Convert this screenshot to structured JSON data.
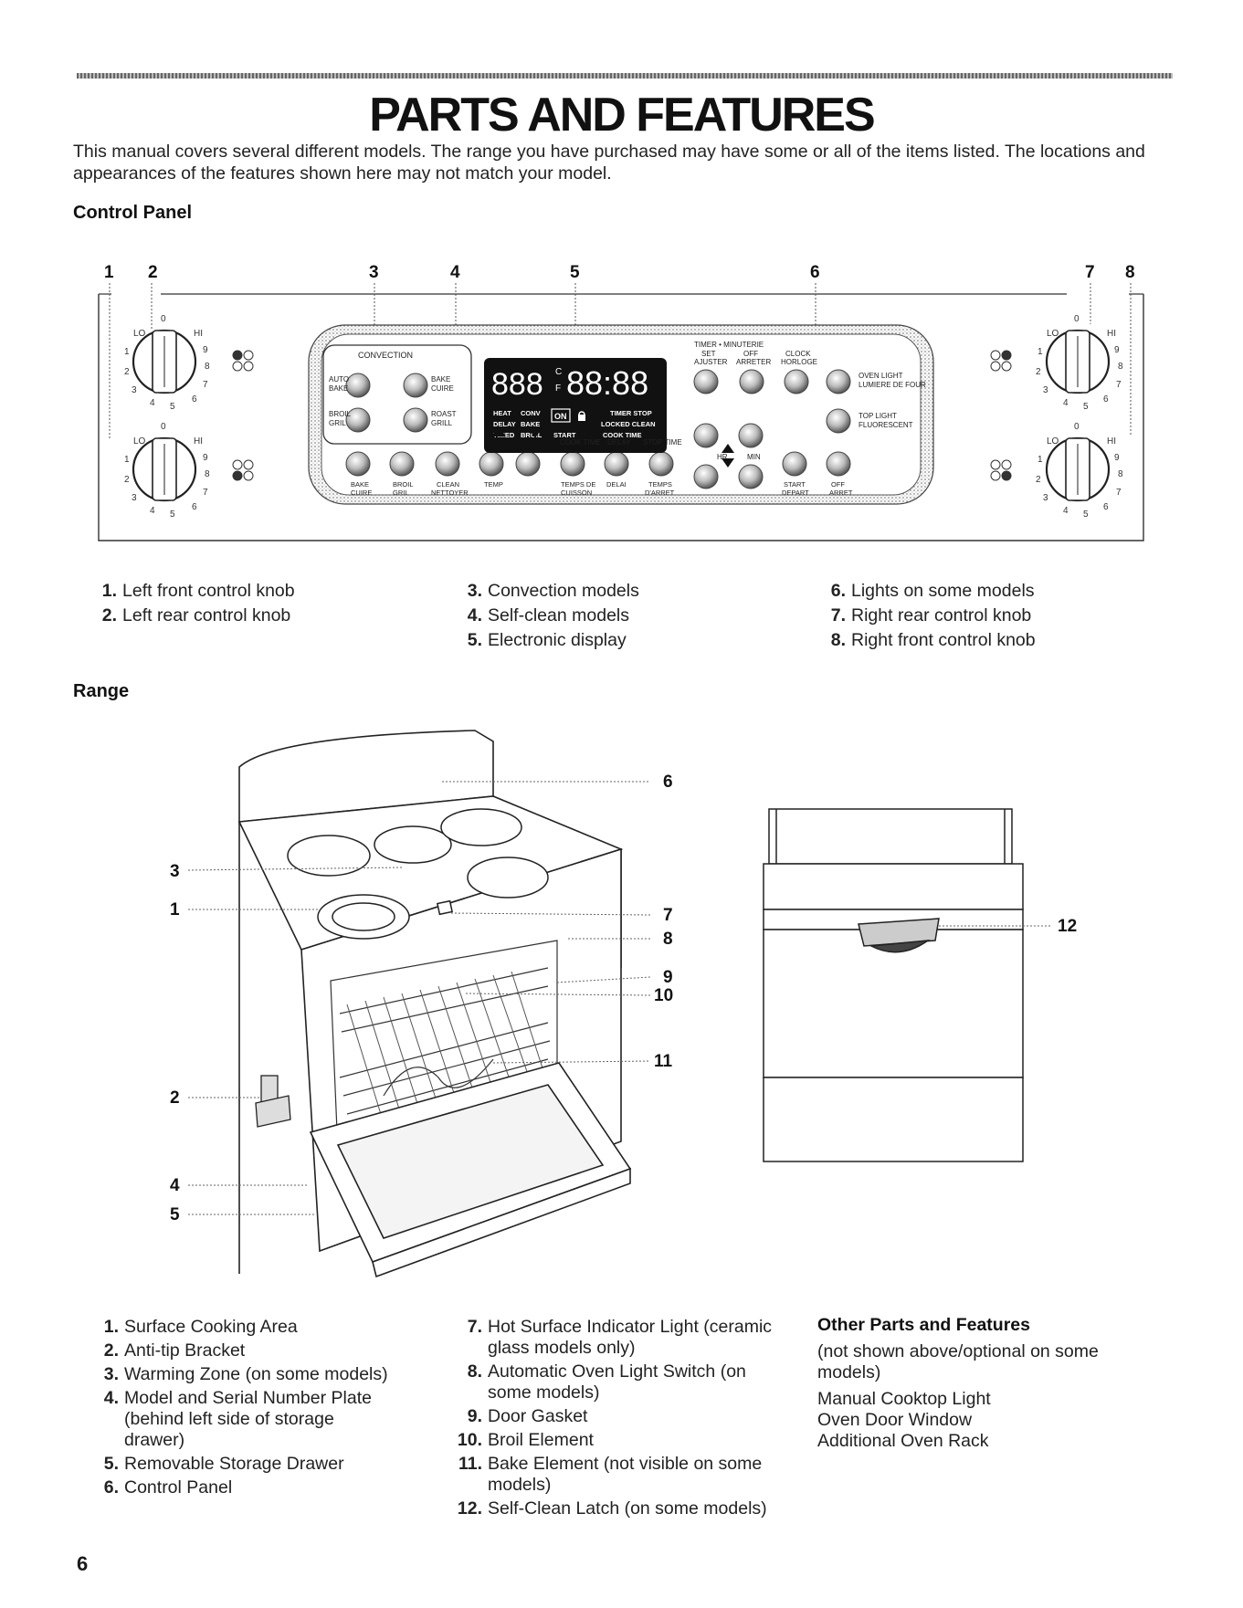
{
  "title": "PARTS AND FEATURES",
  "intro": "This manual covers several different models. The range you have purchased may have some or all of the items listed. The locations and appearances of the features shown here may not match your model.",
  "control_panel": {
    "heading": "Control Panel",
    "callouts": [
      "1",
      "2",
      "3",
      "4",
      "5",
      "6",
      "7",
      "8"
    ],
    "knob_marks": {
      "lo": "LO",
      "hi": "HI",
      "zero": "0",
      "digits": [
        "1",
        "2",
        "3",
        "4",
        "5",
        "6",
        "7",
        "8",
        "9"
      ]
    },
    "panel_labels": {
      "convection": "CONVECTION",
      "auto_bake": [
        "AUTO",
        "BAKE"
      ],
      "bake_cure": [
        "BAKE",
        "CUIRE"
      ],
      "broil_gril": [
        "BROIL",
        "GRIL"
      ],
      "roast_grill": [
        "ROAST",
        "GRILL"
      ],
      "display_digits": "888",
      "display_time": "88:88",
      "deg_c": "C",
      "deg_f": "F",
      "ind_row1": [
        "HEAT",
        "CONV",
        "TIMER STOP"
      ],
      "ind_row2": [
        "DELAY",
        "BAKE",
        "LOCKED CLEAN"
      ],
      "ind_row3": [
        "TIMED",
        "BROIL",
        "START",
        "COOK TIME"
      ],
      "on": "ON",
      "timer_header": "TIMER • MINUTERIE",
      "timer_set": [
        "SET",
        "AJUSTER"
      ],
      "timer_off": [
        "OFF",
        "ARRETER"
      ],
      "clock": [
        "CLOCK",
        "HORLOGE"
      ],
      "oven_light": [
        "OVEN LIGHT",
        "LUMIERE DE FOUR"
      ],
      "top_light": [
        "TOP LIGHT",
        "FLUORESCENT"
      ],
      "cook_time": "COOK TIME",
      "delay": "DELAY",
      "stop_time": "STOP TIME",
      "hr": "HR",
      "min": "MIN",
      "bottom_labels": [
        [
          "BAKE",
          "CUIRE"
        ],
        [
          "BROIL",
          "GRIL"
        ],
        [
          "CLEAN",
          "NETTOYER"
        ],
        [
          "TEMP",
          ""
        ],
        [
          "TEMPS DE",
          "CUISSON"
        ],
        [
          "DELAI",
          ""
        ],
        [
          "TEMPS",
          "D'ARRET"
        ],
        [
          "START",
          "DEPART"
        ],
        [
          "OFF",
          "ARRET"
        ]
      ]
    },
    "items": [
      {
        "n": "1.",
        "t": "Left front control knob"
      },
      {
        "n": "2.",
        "t": "Left rear control knob"
      },
      {
        "n": "3.",
        "t": "Convection models"
      },
      {
        "n": "4.",
        "t": "Self-clean models"
      },
      {
        "n": "5.",
        "t": "Electronic display"
      },
      {
        "n": "6.",
        "t": "Lights on some models"
      },
      {
        "n": "7.",
        "t": "Right rear control knob"
      },
      {
        "n": "8.",
        "t": "Right front control knob"
      }
    ]
  },
  "range": {
    "heading": "Range",
    "callouts": [
      "1",
      "2",
      "3",
      "4",
      "5",
      "6",
      "7",
      "8",
      "9",
      "10",
      "11",
      "12"
    ],
    "items": [
      {
        "n": "1.",
        "t": "Surface Cooking Area"
      },
      {
        "n": "2.",
        "t": "Anti-tip Bracket"
      },
      {
        "n": "3.",
        "t": "Warming Zone (on some models)"
      },
      {
        "n": "4.",
        "t": "Model and Serial Number Plate (behind left side of storage drawer)"
      },
      {
        "n": "5.",
        "t": "Removable Storage Drawer"
      },
      {
        "n": "6.",
        "t": "Control Panel"
      },
      {
        "n": "7.",
        "t": "Hot Surface Indicator Light (ceramic glass models only)"
      },
      {
        "n": "8.",
        "t": "Automatic Oven Light Switch (on some models)"
      },
      {
        "n": "9.",
        "t": "Door Gasket"
      },
      {
        "n": "10.",
        "t": "Broil Element"
      },
      {
        "n": "11.",
        "t": "Bake Element (not visible on some models)"
      },
      {
        "n": "12.",
        "t": "Self-Clean Latch (on some models)"
      }
    ]
  },
  "other": {
    "heading": "Other Parts and Features",
    "subtitle": "(not shown above/optional on some models)",
    "items": [
      "Manual Cooktop Light",
      "Oven Door Window",
      "Additional Oven Rack"
    ]
  },
  "page_number": "6"
}
